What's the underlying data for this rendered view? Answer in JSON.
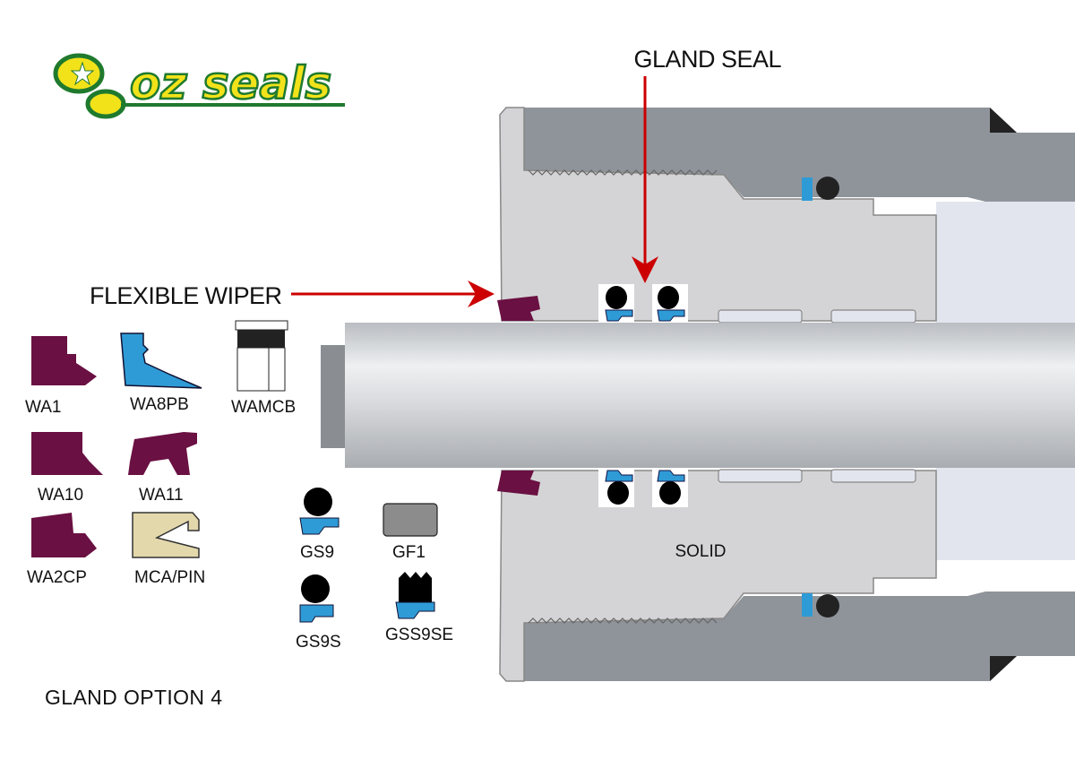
{
  "logo": {
    "text": "oz seals"
  },
  "callouts": {
    "gland_seal": "GLAND SEAL",
    "flexible_wiper": "FLEXIBLE WIPER",
    "solid": "SOLID"
  },
  "footer": {
    "title": "GLAND OPTION 4"
  },
  "wipers": [
    {
      "code": "WA1"
    },
    {
      "code": "WA8PB"
    },
    {
      "code": "WAMCB"
    },
    {
      "code": "WA10"
    },
    {
      "code": "WA11"
    },
    {
      "code": "WA2CP"
    },
    {
      "code": "MCA/PIN"
    }
  ],
  "gland_seals": [
    {
      "code": "GS9"
    },
    {
      "code": "GF1"
    },
    {
      "code": "GS9S"
    },
    {
      "code": "GSS9SE"
    }
  ],
  "colors": {
    "maroon": "#6a1042",
    "blue": "#2f9bd6",
    "arrow": "#cc0000",
    "housing": "#8f949a",
    "gland": "#d4d4d6",
    "logo_green": "#1f7a2e",
    "logo_yellow": "#f2e21a"
  }
}
